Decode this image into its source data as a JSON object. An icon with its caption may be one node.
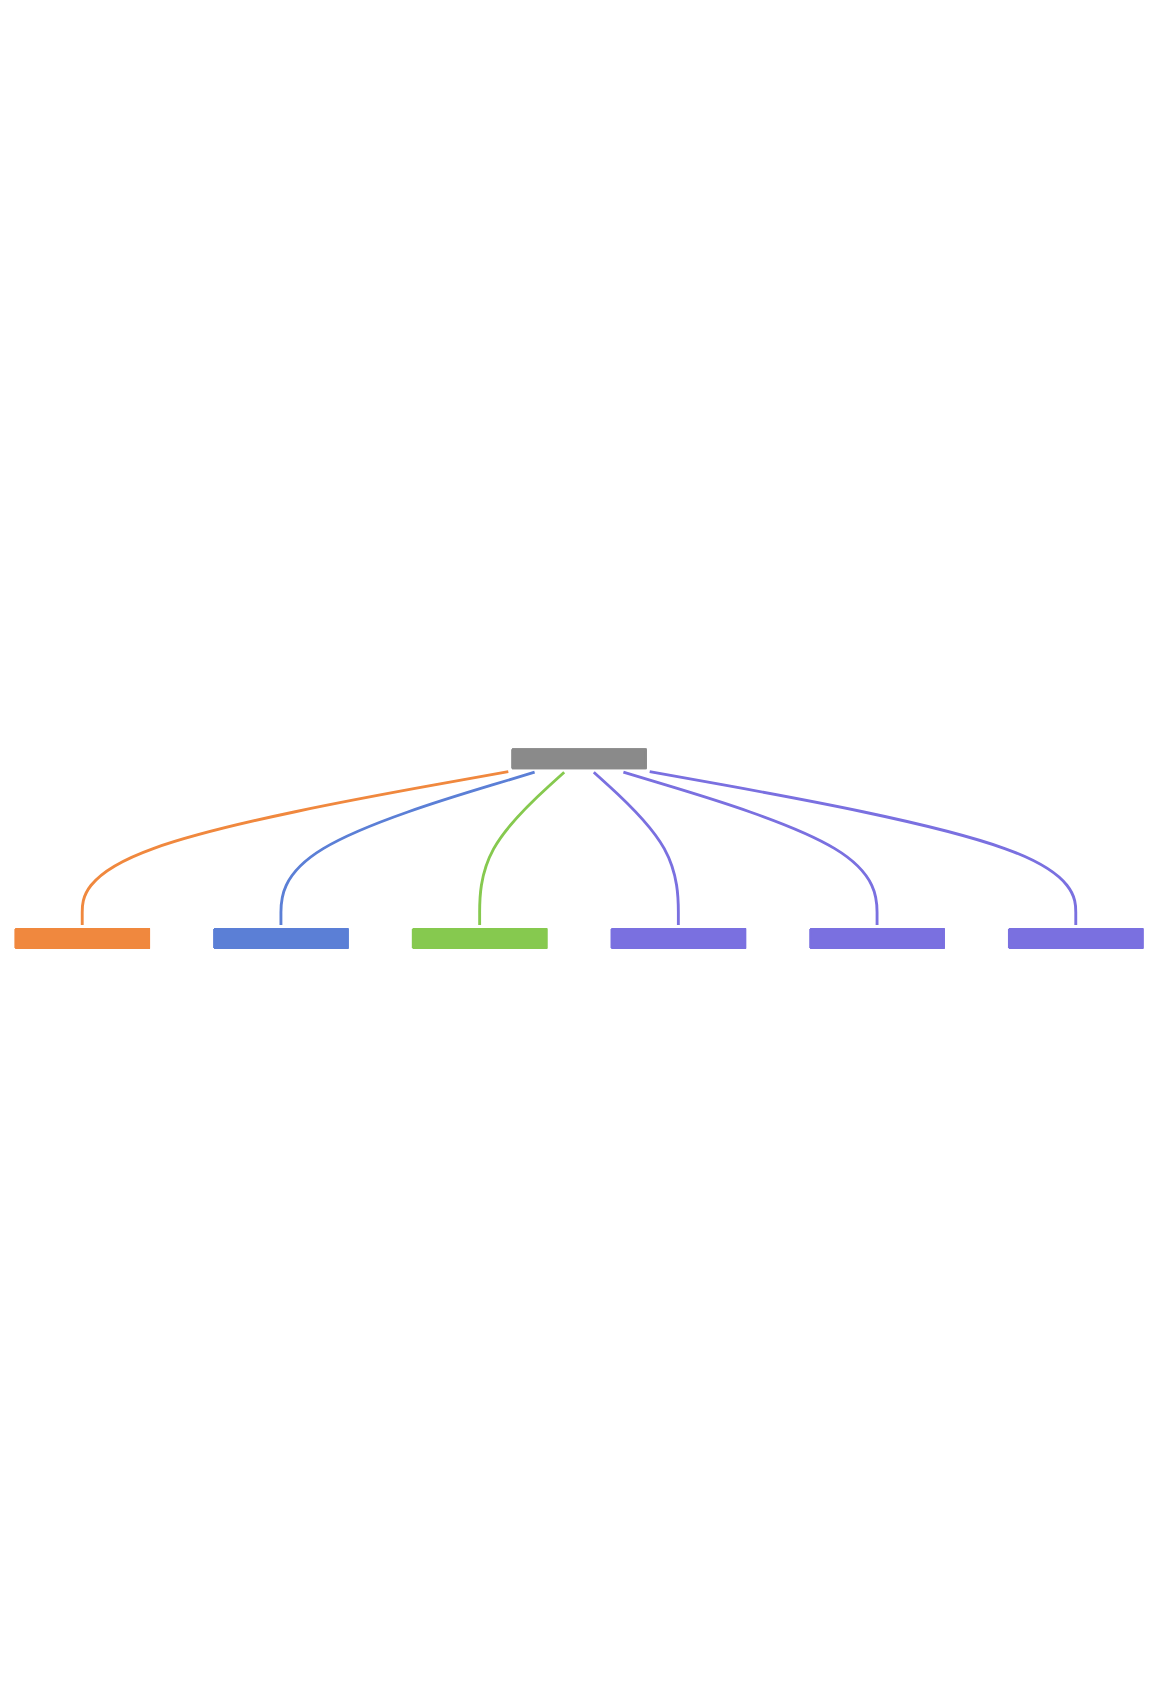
{
  "diagram": {
    "nodes": [
      {
        "text": [],
        "shape": "bar"
      },
      {
        "text": [],
        "shape": "bar"
      },
      {
        "text": [],
        "shape": "bar"
      },
      {
        "text": [],
        "shape": "bar"
      },
      {
        "text": [],
        "shape": "bar"
      },
      {
        "text": [],
        "shape": "bar"
      },
      {
        "text": [],
        "shape": "bar"
      }
    ],
    "edges": [
      {
        "from": 4,
        "to": 0,
        "arrow": "none",
        "color": "#f0883e"
      },
      {
        "from": 4,
        "to": 1,
        "arrow": "none",
        "color": "#5b7fd6"
      },
      {
        "from": 4,
        "to": 2,
        "arrow": "none",
        "color": "#86c94f"
      },
      {
        "from": 4,
        "to": 3,
        "arrow": "none"
      },
      {
        "from": 4,
        "to": 5,
        "arrow": "none"
      },
      {
        "from": 4,
        "to": 6,
        "arrow": "none"
      }
    ]
  }
}
